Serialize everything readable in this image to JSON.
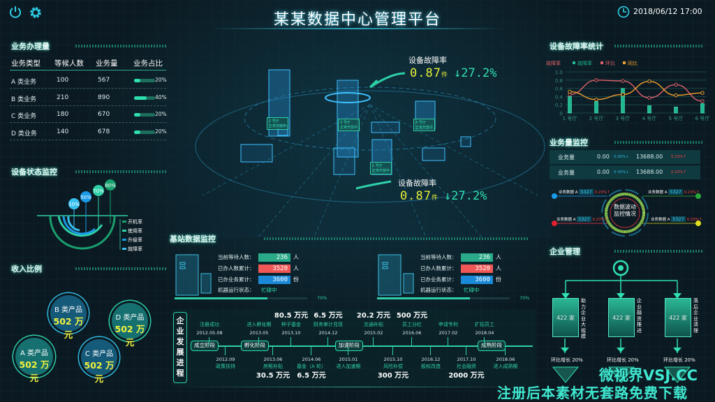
{
  "header": {
    "title": "某某数据中心管理平台",
    "datetime": "2018/06/12 17:00"
  },
  "business": {
    "title": "业务办理量",
    "headers": [
      "业务类型",
      "等候人数",
      "业务量",
      "业务占比"
    ],
    "rows": [
      {
        "type": "A 类业务",
        "waiting": "100",
        "volume": "567",
        "ratio": "20%",
        "fill": 20
      },
      {
        "type": "B 类业务",
        "waiting": "210",
        "volume": "890",
        "ratio": "40%",
        "fill": 40
      },
      {
        "type": "C 类业务",
        "waiting": "180",
        "volume": "670",
        "ratio": "20%",
        "fill": 20
      },
      {
        "type": "D 类业务",
        "waiting": "140",
        "volume": "678",
        "ratio": "20%",
        "fill": 20
      }
    ]
  },
  "device_status": {
    "title": "设备状态监控",
    "values": [
      "10%",
      "50%",
      "70%",
      "80%"
    ],
    "legend": [
      "开机率",
      "使用率",
      "升级率",
      "故障率"
    ],
    "colors": [
      "#1aa06e",
      "#2fd0a8",
      "#1a9be8",
      "#38c0f0"
    ]
  },
  "income": {
    "title": "收入比例",
    "items": [
      {
        "name": "A 类产品",
        "value": "502 万元"
      },
      {
        "name": "B 类产品",
        "value": "502 万元"
      },
      {
        "name": "C 类产品",
        "value": "502 万元"
      },
      {
        "name": "D 类产品",
        "value": "502 万元"
      }
    ]
  },
  "center": {
    "failure1": {
      "label": "设备故障率",
      "value": "0.87",
      "unit": "件",
      "change": "27.2%"
    },
    "failure2": {
      "label": "设备故障率",
      "value": "0.87",
      "unit": "件",
      "change": "27.2%"
    },
    "halls": [
      {
        "name": "2 号厅",
        "status": "正常开放中"
      },
      {
        "name": "3 号厅",
        "status": "正常开放中"
      },
      {
        "name": "4 号厅",
        "status": "正常开放中"
      },
      {
        "name": "1 号厅",
        "status": "正常开放中"
      }
    ]
  },
  "station": {
    "title": "基站数据监控",
    "labels": [
      "当前等待人数：",
      "已办人数累计：",
      "已办业务累计：",
      "机器运行状态："
    ],
    "units": [
      "人",
      "人",
      "份"
    ],
    "blocks": [
      {
        "waiting": "236",
        "done": "3520",
        "business": "3600",
        "status": "忙碌中",
        "progress": "70%",
        "fill": 70
      },
      {
        "waiting": "236",
        "done": "3520",
        "business": "3600",
        "status": "忙碌中",
        "progress": "70%",
        "fill": 70
      }
    ]
  },
  "timeline": {
    "title": "企业发展进程",
    "stages": [
      "成立阶段",
      "孵化阶段",
      "加速阶段",
      "成熟阶段"
    ],
    "top": [
      {
        "t": "注册成功",
        "d": "2012.05.08"
      },
      {
        "t": "进入孵化期",
        "d": "2013.05"
      },
      {
        "t": "种子基金",
        "d": "2013.10",
        "m": "80.5 万元"
      },
      {
        "t": "财务审计兑现",
        "d": "2014.12",
        "m": "6.5 万元"
      },
      {
        "t": "交通补贴",
        "d": "2015.02",
        "m": "20.2 万元"
      },
      {
        "t": "员工分红",
        "d": "2016.06",
        "m": "500 万元"
      },
      {
        "t": "申请专利",
        "d": "2017.02"
      },
      {
        "t": "扩招员工",
        "d": "2018.04"
      }
    ],
    "bottom": [
      {
        "d": "2012.09",
        "t": "政策扶持"
      },
      {
        "d": "2013.06",
        "t": "房租补贴",
        "m": "30.5 万元"
      },
      {
        "d": "2014.06",
        "t": "基金（A 轮）",
        "m": "6.5 万元"
      },
      {
        "d": "2015.01",
        "t": "进入加速期"
      },
      {
        "d": "2015.10",
        "t": "风险补偿",
        "m": "300 万元"
      },
      {
        "d": "2016.12",
        "t": "股权改造"
      },
      {
        "d": "2017.10",
        "t": "社会融资",
        "m": "2000 万元"
      },
      {
        "d": "2018.06",
        "t": "进入成熟期"
      }
    ]
  },
  "chart_data": {
    "type": "bar+line",
    "title": "设备故障率统计",
    "legend_title": "故障率",
    "categories": [
      "1 号厅",
      "2 号厅",
      "3 号厅",
      "4 号厅",
      "5 号厅",
      "6 号厅"
    ],
    "series": [
      {
        "name": "故障率",
        "kind": "bar",
        "color": "#1fb890",
        "values": [
          0.4,
          0.28,
          0.6,
          0.18,
          0.15,
          0.23
        ]
      },
      {
        "name": "环比",
        "kind": "line",
        "color": "#e0606a",
        "values": [
          0.45,
          0.8,
          0.78,
          0.37,
          0.69,
          0.29
        ]
      },
      {
        "name": "同比",
        "kind": "line",
        "color": "#f0a030",
        "values": [
          0.52,
          0.33,
          0.45,
          0.77,
          0.43,
          0.49
        ]
      }
    ],
    "yticks": [
      "0",
      "0.2",
      "0.4",
      "0.6",
      "0.8",
      "1.0"
    ],
    "ylim": [
      0,
      1.0
    ],
    "grid": true,
    "legend": "top-left"
  },
  "biz_monitor": {
    "title": "业务量监控",
    "rows": [
      {
        "label": "业务量",
        "v1": "0.00",
        "c1": "0.00%↓",
        "v2": "13688.00",
        "c2": "0.23%↑"
      },
      {
        "label": "业务量",
        "v1": "0.00",
        "c1": "0.00%↓",
        "v2": "13688.00",
        "c2": "0.23%↑"
      }
    ],
    "center": "数据波动监控情况",
    "items": [
      {
        "label": "业务数据 A",
        "value": "5327",
        "change": "0.23%↑"
      },
      {
        "label": "业务数据 A",
        "value": "5327",
        "change": "0.23%↑"
      },
      {
        "label": "业务数据 A",
        "value": "5327",
        "change": "0.23%↑"
      },
      {
        "label": "业务数据 A",
        "value": "5327",
        "change": "0.23%↑"
      }
    ]
  },
  "enterprise": {
    "title": "企业管理",
    "boxes": [
      {
        "count": "422 家",
        "side": "助力企业大规模",
        "growth": "环比增长 20%"
      },
      {
        "count": "422 家",
        "side": "企业融资推进",
        "growth": "环比增长 20%"
      },
      {
        "count": "422 家",
        "side": "落后企业清理",
        "growth": "环比增长 20%"
      }
    ]
  },
  "watermark": {
    "line1": "微视界VSJ.CC",
    "line2": "注册后本素材无套路免费下载"
  }
}
